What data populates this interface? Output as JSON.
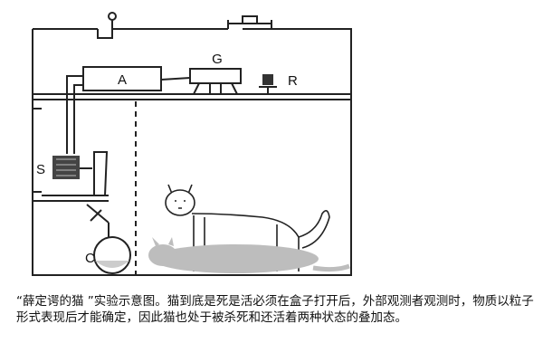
{
  "diagram": {
    "labels": {
      "a": "A",
      "g": "G",
      "r": "R",
      "s": "S",
      "c": "C"
    }
  },
  "caption": {
    "text": "“薛定谔的猫 ”实验示意图。猫到底是死是活必须在盒子打开后，外部观测者观测时，物质以粒子形式表现后才能确定，因此猫也处于被杀死和还活着两种状态的叠加态。"
  }
}
